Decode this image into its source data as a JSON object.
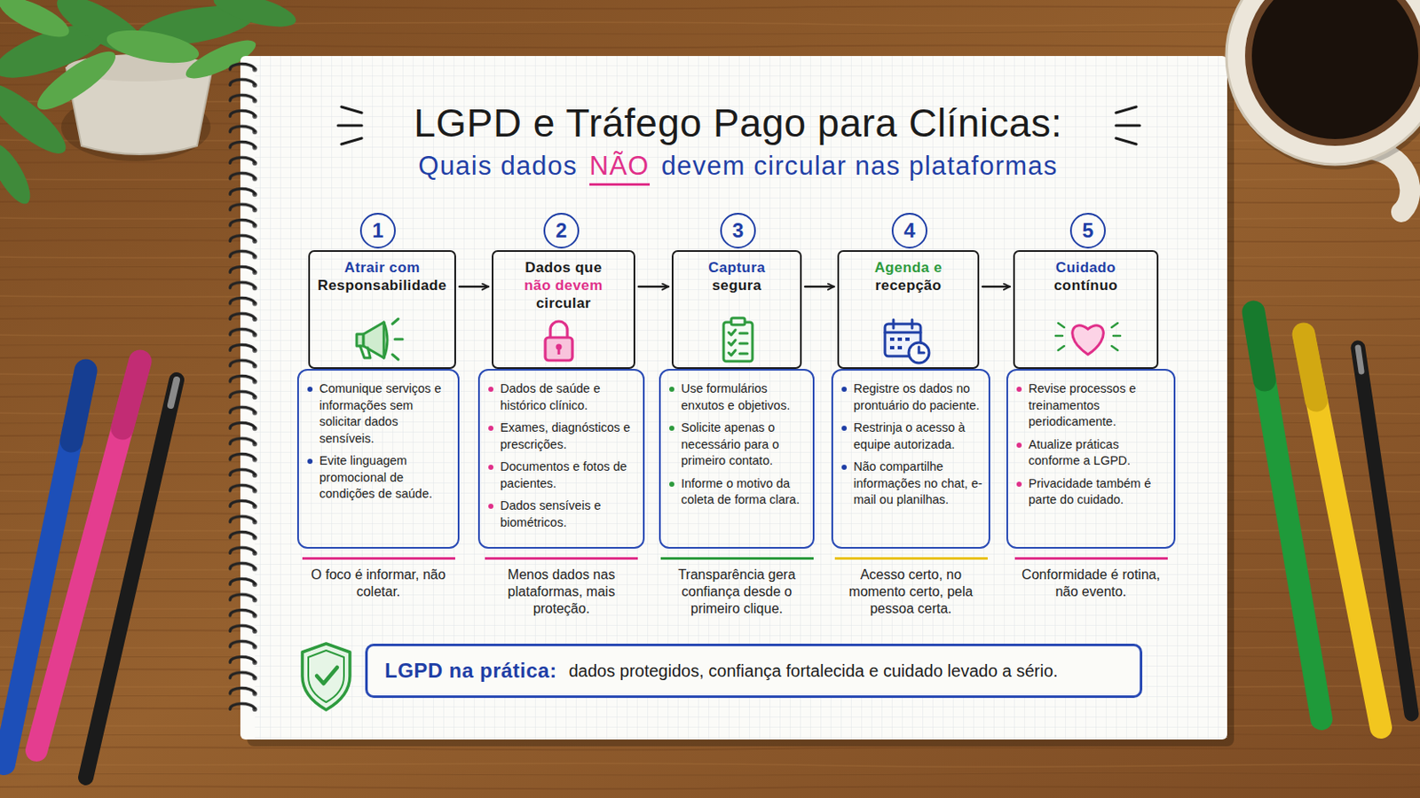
{
  "diagram": {
    "title": "LGPD e Tráfego Pago para Clínicas:",
    "nodes": [
      {
        "text": [
          "1"
        ]
      },
      {
        "text": [
          "Atrair com",
          "Responsabilidade"
        ]
      },
      {
        "text": [
          "Comunique serviços e informações sem solicitar dados sensíveis.",
          "Evite linguagem promocional de condições de saúde."
        ]
      },
      {
        "text": [
          "2"
        ]
      },
      {
        "text": [
          "Dados que",
          "não devem",
          "circular"
        ]
      },
      {
        "text": [
          "Dados de saúde e histórico clínico.",
          "Exames, diagnósticos e prescrições.",
          "Documentos e fotos de pacientes.",
          "Dados sensíveis e biométricos."
        ]
      },
      {
        "text": [
          "3"
        ]
      },
      {
        "text": [
          "Captura",
          "segura"
        ]
      },
      {
        "text": [
          "Use formulários enxutos e objetivos.",
          "Solicite apenas o necessário para o primeiro contato.",
          "Informe o motivo da coleta de forma clara."
        ]
      },
      {
        "text": [
          "4"
        ]
      },
      {
        "text": [
          "Agenda e",
          "recepção"
        ]
      },
      {
        "text": [
          "Registre os dados no prontuário do paciente.",
          "Restrinja o acesso à equipe autorizada.",
          "Não compartilhe informações no chat, e-mail ou planilhas."
        ]
      },
      {
        "text": [
          "5"
        ]
      },
      {
        "text": [
          "Cuidado",
          "contínuo"
        ]
      },
      {
        "text": [
          "Revise processos e treinamentos periodicamente.",
          "Atualize práticas conforme a LGPD.",
          "Privacidade também é parte do cuidado."
        ]
      },
      {
        "text": [
          "LGPD na prática:",
          "dados protegidos, confiança fortalecida e cuidado levado a sério."
        ]
      }
    ],
    "edges": [
      {
        "from": 1,
        "to": 4,
        "arrow": "to"
      },
      {
        "from": 4,
        "to": 7,
        "arrow": "to"
      },
      {
        "from": 7,
        "to": 10,
        "arrow": "to"
      },
      {
        "from": 10,
        "to": 13,
        "arrow": "to"
      }
    ],
    "labels": [
      "Quais dados",
      "NÃO",
      "devem circular nas plataformas",
      "O foco é informar, não coletar.",
      "Menos dados nas plataformas, mais proteção.",
      "Transparência gera confiança desde o primeiro clique.",
      "Acesso certo, no momento certo, pela pessoa certa.",
      "Conformidade é rotina, não evento."
    ]
  }
}
